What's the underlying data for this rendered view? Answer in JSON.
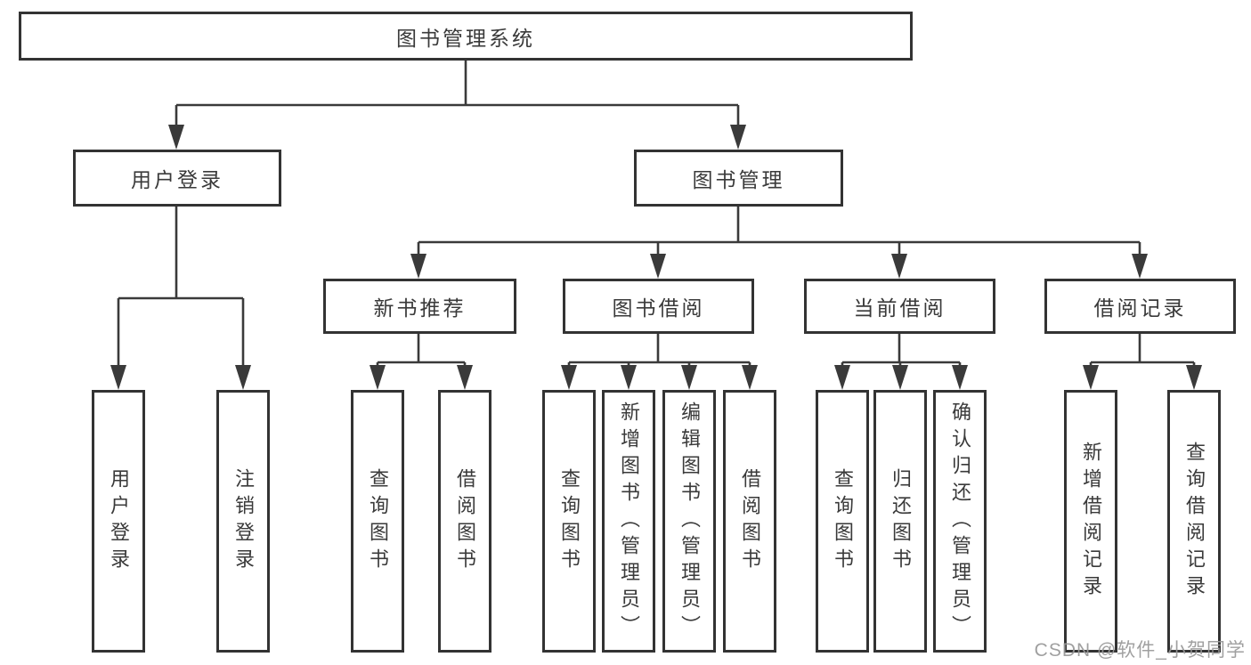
{
  "tree": {
    "label": "图书管理系统",
    "children": [
      {
        "label": "用户登录",
        "children": [
          {
            "label": "用户登录"
          },
          {
            "label": "注销登录"
          }
        ]
      },
      {
        "label": "图书管理",
        "children": [
          {
            "label": "新书推荐",
            "children": [
              {
                "label": "查询图书"
              },
              {
                "label": "借阅图书"
              }
            ]
          },
          {
            "label": "图书借阅",
            "children": [
              {
                "label": "查询图书"
              },
              {
                "label": "新增图书（管理员）"
              },
              {
                "label": "编辑图书（管理员）"
              },
              {
                "label": "借阅图书"
              }
            ]
          },
          {
            "label": "当前借阅",
            "children": [
              {
                "label": "查询图书"
              },
              {
                "label": "归还图书"
              },
              {
                "label": "确认归还（管理员）"
              }
            ]
          },
          {
            "label": "借阅记录",
            "children": [
              {
                "label": "新增借阅记录"
              },
              {
                "label": "查询借阅记录"
              }
            ]
          }
        ]
      }
    ]
  },
  "watermark": {
    "text": "CSDN @软件_小贺同学"
  },
  "colors": {
    "line": "#3a3a3a",
    "box_border": "#333333",
    "box_fill": "#ffffff",
    "text": "#3a3a3a",
    "watermark": "#989898"
  }
}
